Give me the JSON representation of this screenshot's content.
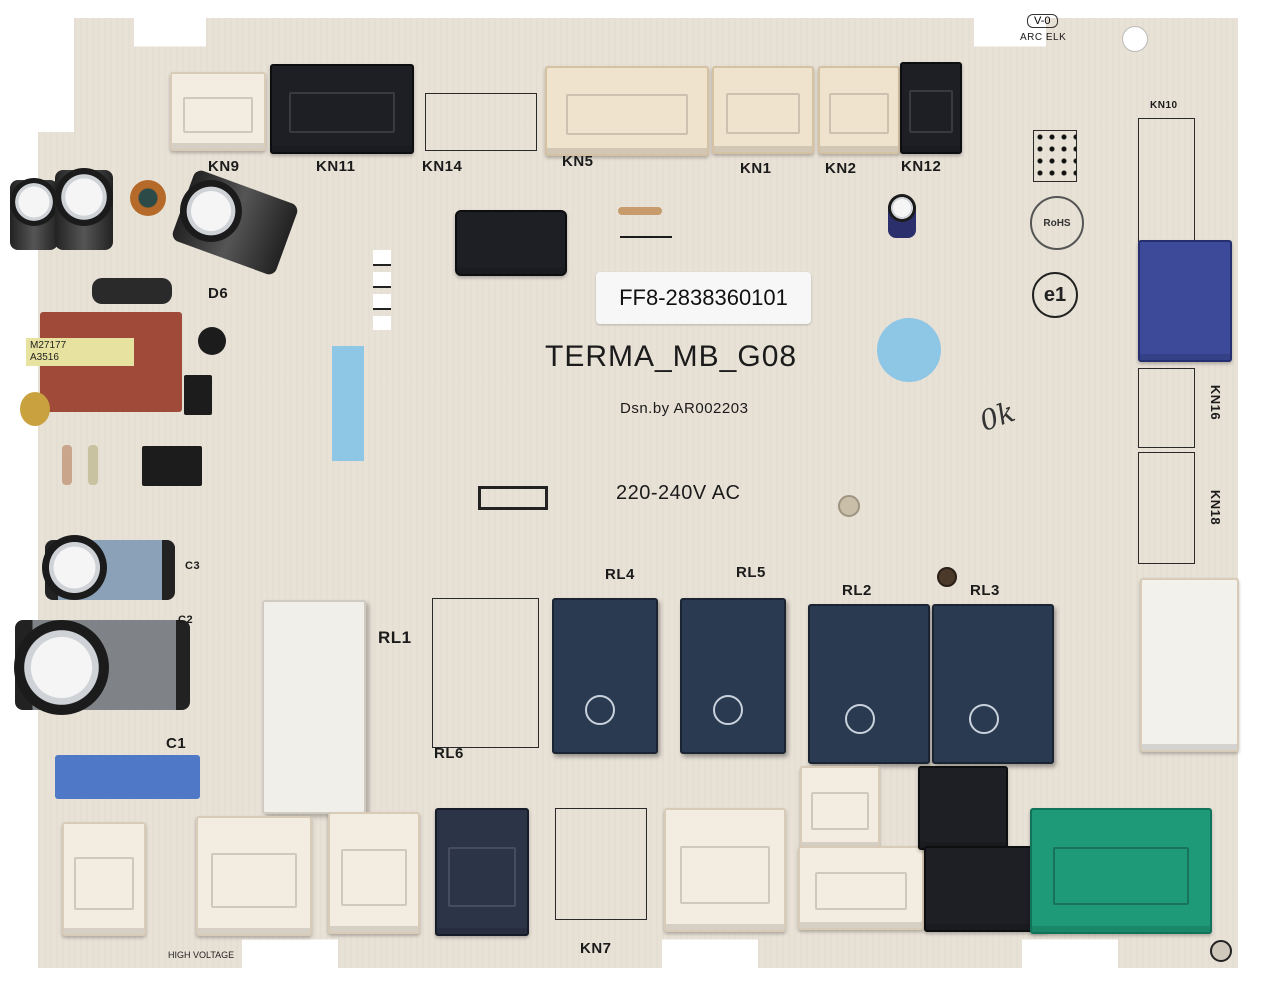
{
  "board": {
    "model": "TERMA_MB_G08",
    "part_number": "FF8-2838360101",
    "designer": "Dsn.by AR002203",
    "voltage": "220-240V AC",
    "handwritten_mark": "0k",
    "flammability": "V-0",
    "arc_text": "ARC ELK",
    "cert_marks": [
      "RoHS",
      "e1"
    ],
    "colors": {
      "pcb": "#e8e1d6",
      "relay_blue": "#2a3a50",
      "connector_green": "#1f9a78",
      "connector_blue": "#3d4a9a",
      "light_blue_window": "#8ec6e6"
    }
  },
  "connectors_top": [
    {
      "id": "KN9",
      "color": "white"
    },
    {
      "id": "KN11",
      "color": "black"
    },
    {
      "id": "KN14",
      "color": "footprint"
    },
    {
      "id": "KN5",
      "color": "cream"
    },
    {
      "id": "KN1",
      "color": "cream"
    },
    {
      "id": "KN2",
      "color": "cream"
    },
    {
      "id": "KN12",
      "color": "black"
    }
  ],
  "connectors_right": [
    {
      "id": "KN10"
    },
    {
      "id": "KN16"
    },
    {
      "id": "KN18"
    }
  ],
  "connector_bottom_label": "KN7",
  "relays": [
    {
      "id": "RL1",
      "type": "white"
    },
    {
      "id": "RL4",
      "type": "blue"
    },
    {
      "id": "RL5",
      "type": "blue"
    },
    {
      "id": "RL2",
      "type": "blue"
    },
    {
      "id": "RL3",
      "type": "blue"
    },
    {
      "id": "RL6",
      "type": "footprint"
    }
  ],
  "components": {
    "diode": "D6",
    "capacitors": [
      "C1",
      "C2",
      "C3"
    ],
    "transformer_label_line1": "M27177",
    "transformer_label_line2": "A3516"
  },
  "warnings": {
    "high_voltage": "HIGH VOLTAGE"
  }
}
